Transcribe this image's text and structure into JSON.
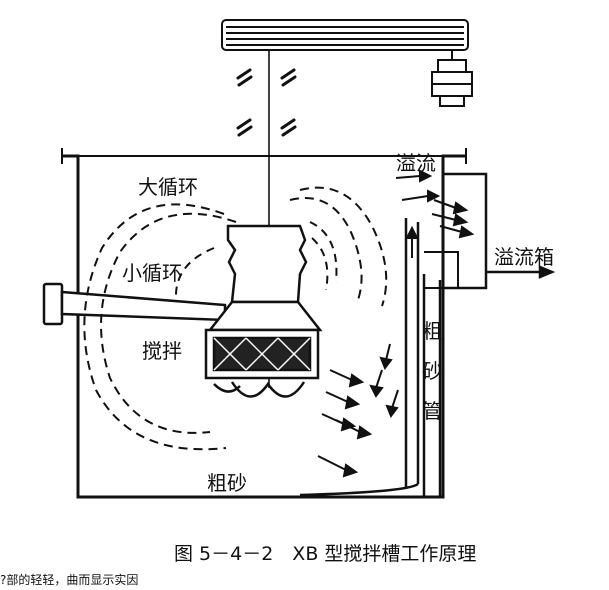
{
  "labels": {
    "big_loop": "大循环",
    "small_loop": "小循环",
    "impeller": "搅拌",
    "overflow": "溢流",
    "overflow_box": "溢流箱",
    "coarse_sand_pipe": [
      "粗",
      "砂",
      "管"
    ],
    "coarse_sand": "粗砂"
  },
  "caption": "图 5－4－2　XB 型搅拌槽工作原理",
  "cutoff_text": "?部的轻轻，曲而显示实因"
}
